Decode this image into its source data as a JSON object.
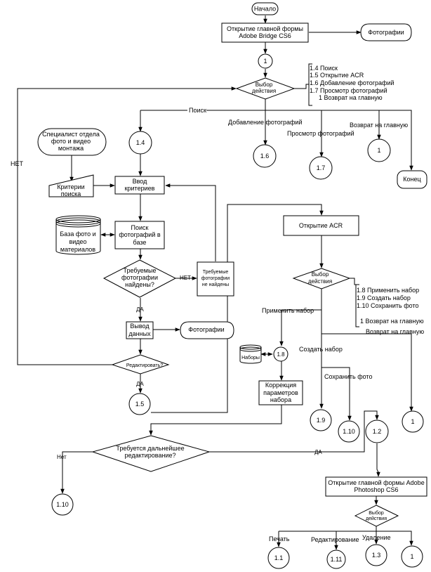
{
  "nodes": {
    "start": "Начало",
    "open_bridge": [
      "Открытие главной формы",
      "Adobe Bridge CS6"
    ],
    "photos_top": "Фотографии",
    "c1_top": "1",
    "choice_main": [
      "Выбор",
      "действия"
    ],
    "menu_main": [
      "1.4 Поиск",
      "1.5 Открытие ACR",
      "1.6 Добавление фотографий",
      "1.7 Просмотр фотографий",
      "1 Возврат на главную"
    ],
    "search_label": "Поиск",
    "add_label": "Добавление фотографий",
    "view_label": "Просмотр фотографий",
    "return_label": "Возврат на главную",
    "c14": "1.4",
    "c16": "1.6",
    "c17": "1.7",
    "c1_right": "1",
    "end": "Конец",
    "specialist": [
      "Специалист отдела",
      "фото и видео",
      "монтажа"
    ],
    "criteria": [
      "Критерии",
      "поиска"
    ],
    "input_criteria": [
      "Ввод",
      "критериев"
    ],
    "net_left": "НЕТ",
    "database": [
      "База фото и",
      "видео",
      "материалов"
    ],
    "search_db": [
      "Поиск",
      "фотографий в",
      "базе"
    ],
    "found_q": [
      "Требуемые",
      "фотографии",
      "найдены?"
    ],
    "net_found": "НЕТ",
    "not_found": [
      "Требуемые",
      "фотографии",
      "не найдены"
    ],
    "da1": "ДА",
    "output": [
      "Вывод",
      "данных"
    ],
    "photos_mid": "Фотографии",
    "edit_q": "Редактировать?",
    "da2": "ДА",
    "c15": "1.5",
    "open_acr": "Открытие ACR",
    "choice_acr": [
      "Выбор",
      "действия"
    ],
    "menu_acr": [
      "1.8 Применить набор",
      "1.9 Создать набор",
      "1.10 Сохранить фото",
      "1 Возврат на главную"
    ],
    "apply_label": "Применить набор",
    "return_label2": "Возврат на главную",
    "create_label": "Создать набор",
    "save_label": "Сохранить фото",
    "presets": "Наборы",
    "c18": "1.8",
    "correction": [
      "Коррекция",
      "параметров",
      "набора"
    ],
    "c19": "1.9",
    "c110_mid": "1.10",
    "c12": "1.2",
    "c1_acr": "1",
    "further_q": [
      "Требуется дальнейшее",
      "редактирование?"
    ],
    "net_further": "Нет",
    "da_further": "ДА",
    "c110_left": "1.10",
    "open_ps": [
      "Открытие главной формы Adobe",
      "Photoshop CS6"
    ],
    "choice_ps": [
      "Выбор",
      "действия"
    ],
    "print_label": "Печать",
    "edit_label": "Редактирование",
    "delete_label": "Удаление",
    "c11": "1.1",
    "c111": "1.11",
    "c13": "1.3",
    "c1_ps": "1"
  }
}
